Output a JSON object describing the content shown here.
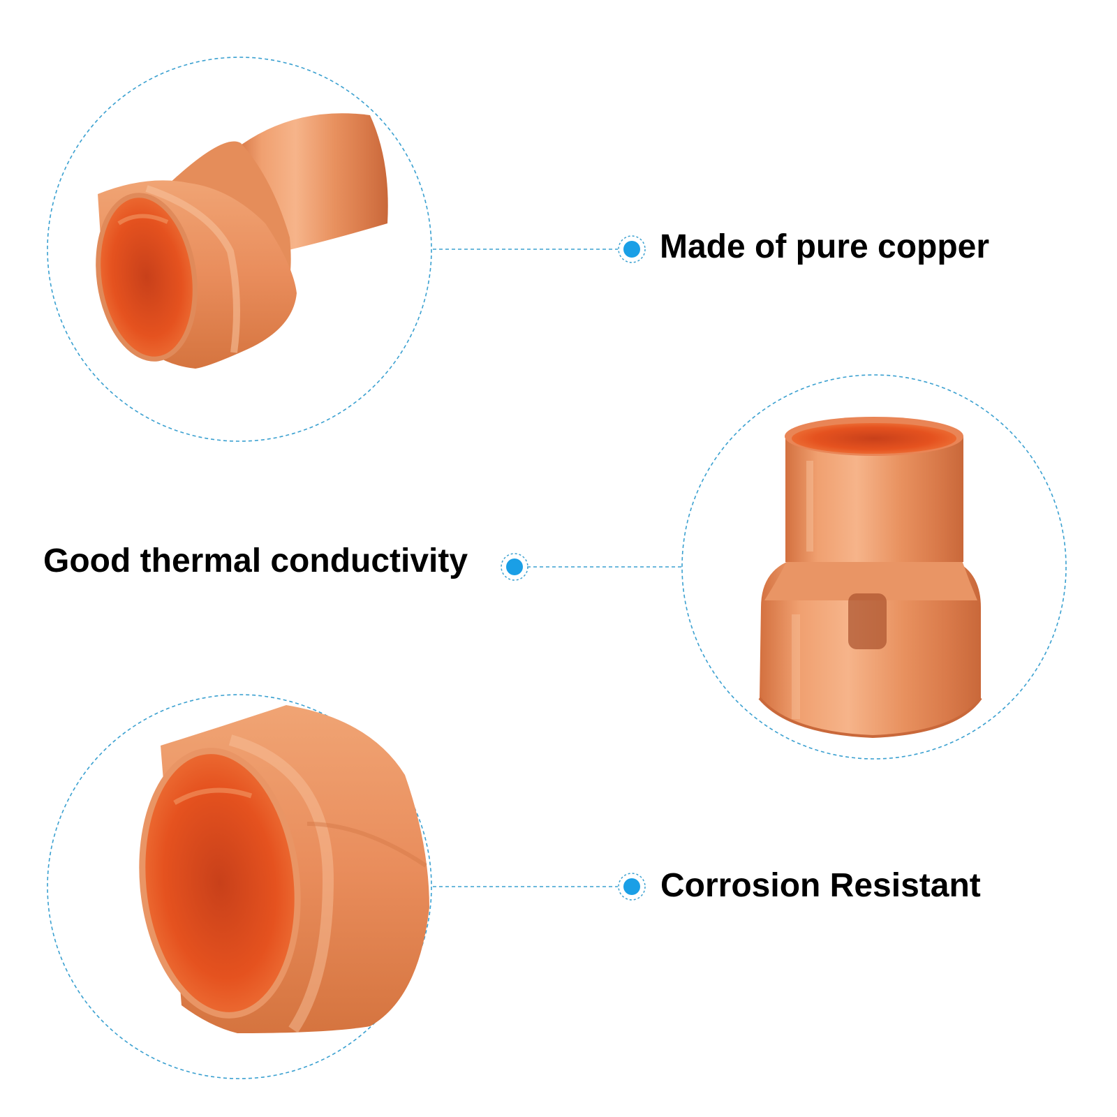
{
  "features": [
    {
      "label": "Made of pure copper"
    },
    {
      "label": "Good thermal conductivity"
    },
    {
      "label": "Corrosion Resistant"
    }
  ],
  "colors": {
    "callout_line": "#3aa0d0",
    "bullet": "#1a9fe6",
    "copper_light": "#f2a57a",
    "copper_mid": "#e0845a",
    "copper_dark": "#c25a30",
    "copper_inner": "#e5471c"
  }
}
